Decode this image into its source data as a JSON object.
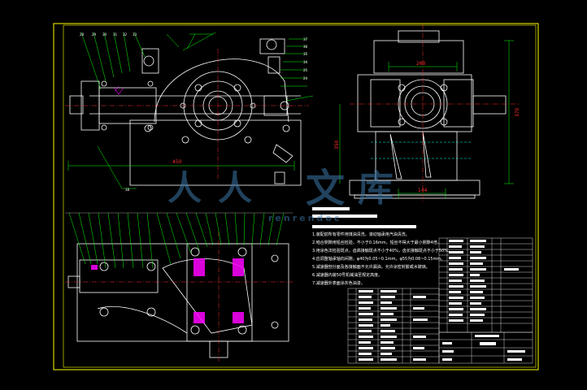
{
  "drawing": {
    "background": "#000000",
    "frame_color": "#ffff00",
    "line_colors": {
      "outline": "#ffffff",
      "leaders": "#00ff00",
      "centerlines": "#ff3030",
      "hidden": "#00ffff",
      "section": "#ff00ff"
    }
  },
  "dimensions": {
    "front_width": "450",
    "side_top": "260",
    "side_bottom": "144",
    "side_height_right": "370",
    "side_height_left": "350"
  },
  "watermark": {
    "chars": [
      "人",
      "人",
      "文",
      "库"
    ],
    "sub": "renrendoc"
  },
  "tech_notes": [
    "1.装配前所有零件用煤油清洗，滚动轴承用汽油清洗。",
    "2.啮合侧隙用铅丝检验，不小于0.16mm，铅丝不得大于最小侧隙4倍。",
    "3.用涂色法检验斑点，齿高接触斑点不小于40%，齿长接触斑点不小于50%。",
    "4.应调整轴承轴向间隙，φ40为0.05~0.1mm，φ55为0.08~0.15mm。",
    "5.减速器剖分面及各接触面不允许漏油，允许涂密封胶或水玻璃。",
    "6.减速器内装50号机械油至规定高度。",
    "7.减速器外表面涂灰色油漆。"
  ]
}
